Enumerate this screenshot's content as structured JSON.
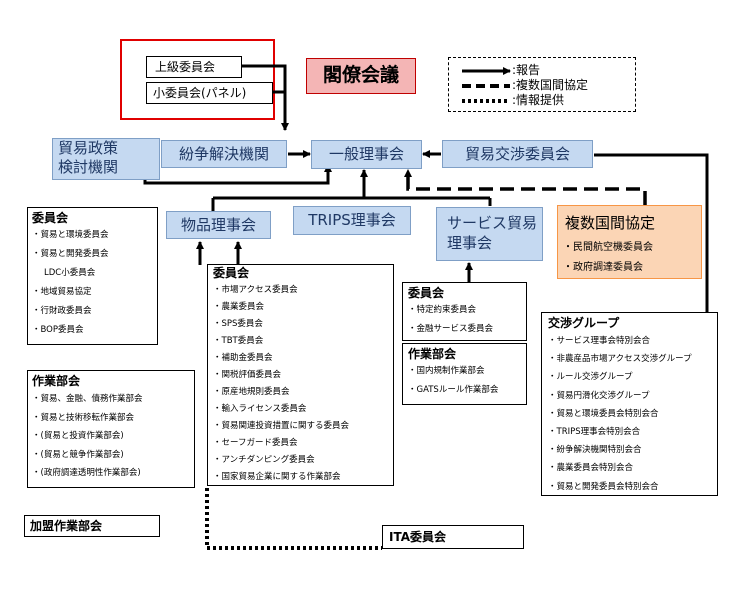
{
  "colors": {
    "blue_box": "#c5d9f1",
    "blue_text": "#1f3864",
    "ministerial_bg": "#f4b5b5",
    "ministerial_border": "#c00000",
    "panel_frame": "#e00000",
    "plurilateral_bg": "#fbd5b5",
    "plurilateral_border": "#f79646"
  },
  "legend": {
    "report": ":報告",
    "plurilateral": ":複数国間協定",
    "info": ":情報提供"
  },
  "nodes": {
    "appellate": "上級委員会",
    "panel": "小委員会(パネル)",
    "ministerial": "閣僚会議",
    "tprb": [
      "貿易政策",
      "検討機関"
    ],
    "dsb": "紛争解決機関",
    "general_council": "一般理事会",
    "tnc": "貿易交渉委員会",
    "goods_council": "物品理事会",
    "trips_council": "TRIPS理事会",
    "services_council": [
      "サービス貿易",
      "理事会"
    ],
    "plurilateral_title": "複数国間協定",
    "ita": "ITA委員会",
    "accession": "加盟作業部会"
  },
  "plurilateral_items": [
    "・民間航空機委員会",
    "・政府調達委員会"
  ],
  "gc_committees": {
    "title": "委員会",
    "items": [
      "・貿易と環境委員会",
      "・貿易と開発委員会",
      "LDC小委員会",
      "・地域貿易協定",
      "・行財政委員会",
      "・BOP委員会"
    ]
  },
  "gc_working": {
    "title": "作業部会",
    "items": [
      "・貿易、金融、債務作業部会",
      "・貿易と技術移転作業部会",
      "・(貿易と投資作業部会)",
      "・(貿易と競争作業部会)",
      "・(政府調達透明性作業部会)"
    ]
  },
  "goods_committees": {
    "title": "委員会",
    "items": [
      "・市場アクセス委員会",
      "・農業委員会",
      "・SPS委員会",
      "・TBT委員会",
      "・補助金委員会",
      "・関税評価委員会",
      "・原産地規則委員会",
      "・輸入ライセンス委員会",
      "・貿易関連投資措置に関する委員会",
      "・セーフガード委員会",
      "・アンチダンピング委員会",
      "・国家貿易企業に関する作業部会"
    ]
  },
  "services_committees": {
    "title": "委員会",
    "items": [
      "・特定約束委員会",
      "・金融サービス委員会"
    ]
  },
  "services_working": {
    "title": "作業部会",
    "items": [
      "・国内規制作業部会",
      "・GATSルール作業部会"
    ]
  },
  "negotiating_groups": {
    "title": "交渉グループ",
    "items": [
      "・サービス理事会特別会合",
      "・非農産品市場アクセス交渉グループ",
      "・ルール交渉グループ",
      "・貿易円滑化交渉グループ",
      "・貿易と環境委員会特別会合",
      "・TRIPS理事会特別会合",
      "・紛争解決機関特別会合",
      "・農業委員会特別会合",
      "・貿易と開発委員会特別会合"
    ]
  }
}
